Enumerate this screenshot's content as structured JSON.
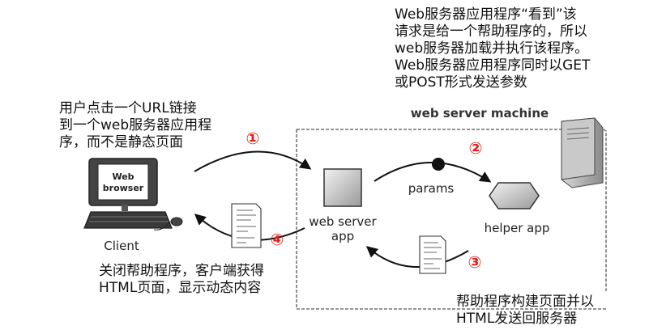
{
  "notes": {
    "top_right": "Web服务器应用程序“看到”该\n请求是给一个帮助程序的，所以\nweb服务器加载并执行该程序。\nWeb服务器应用程序同时以GET\n或POST形式发送参数",
    "top_left": "用户点击一个URL链接\n到一个web服务器应用程\n序，而不是静态页面",
    "bottom_left": "关闭帮助程序，客户端获得\nHTML页面，显示动态内容",
    "bottom_right": "帮助程序构建页面并以\nHTML发送回服务器"
  },
  "labels": {
    "server_machine": "web server machine",
    "browser_line1": "Web",
    "browser_line2": "browser",
    "client": "Client",
    "web_server_app_line1": "web server",
    "web_server_app_line2": "app",
    "helper_app": "helper app",
    "params": "params"
  },
  "steps": [
    "①",
    "②",
    "③",
    "④"
  ],
  "colors": {
    "step": "#e0201c",
    "line": "#111111",
    "box_dash": "#555555"
  }
}
